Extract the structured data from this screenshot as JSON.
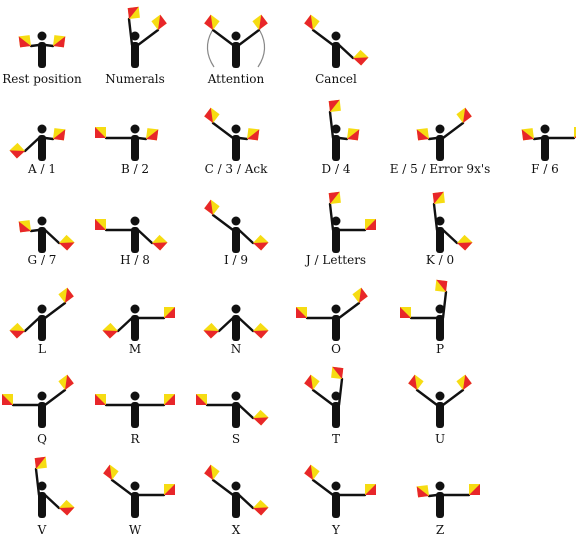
{
  "colors": {
    "flag_red": "#e8262a",
    "flag_yellow": "#f6dc12",
    "figure": "#111111",
    "background": "#ffffff"
  },
  "signals": [
    {
      "label": "Rest position",
      "left": "down",
      "right": "down"
    },
    {
      "label": "Numerals",
      "left": "up",
      "right": "high"
    },
    {
      "label": "Attention",
      "left": "high",
      "right": "high",
      "arcs": true
    },
    {
      "label": "Cancel",
      "left": "high",
      "right": "low"
    },
    {
      "label": "A / 1",
      "left": "low",
      "right": "down"
    },
    {
      "label": "B / 2",
      "left": "out",
      "right": "down"
    },
    {
      "label": "C / 3 / Ack",
      "left": "high",
      "right": "down"
    },
    {
      "label": "D / 4",
      "left": "up",
      "right": "down"
    },
    {
      "label": "E / 5 / Error 9x's",
      "left": "down",
      "right": "high"
    },
    {
      "label": "F / 6",
      "left": "down",
      "right": "out"
    },
    {
      "label": "G / 7",
      "left": "down",
      "right": "low"
    },
    {
      "label": "H / 8",
      "left": "out",
      "right": "low"
    },
    {
      "label": "I / 9",
      "left": "high",
      "right": "low"
    },
    {
      "label": "J / Letters",
      "left": "up",
      "right": "out"
    },
    {
      "label": "K / 0",
      "left": "up",
      "right": "low"
    },
    {
      "label": "L",
      "left": "low",
      "right": "high"
    },
    {
      "label": "M",
      "left": "low",
      "right": "out"
    },
    {
      "label": "N",
      "left": "low",
      "right": "low"
    },
    {
      "label": "O",
      "left": "out",
      "right": "high"
    },
    {
      "label": "P",
      "left": "out",
      "right": "up"
    },
    {
      "label": "Q",
      "left": "out",
      "right": "high"
    },
    {
      "label": "R",
      "left": "out",
      "right": "out"
    },
    {
      "label": "S",
      "left": "out",
      "right": "low"
    },
    {
      "label": "T",
      "left": "high",
      "right": "up"
    },
    {
      "label": "U",
      "left": "high",
      "right": "high"
    },
    {
      "label": "V",
      "left": "up",
      "right": "low"
    },
    {
      "label": "W",
      "left": "high",
      "right": "out"
    },
    {
      "label": "X",
      "left": "high",
      "right": "low"
    },
    {
      "label": "Y",
      "left": "high",
      "right": "out"
    },
    {
      "label": "Z",
      "left": "down",
      "right": "out"
    }
  ]
}
